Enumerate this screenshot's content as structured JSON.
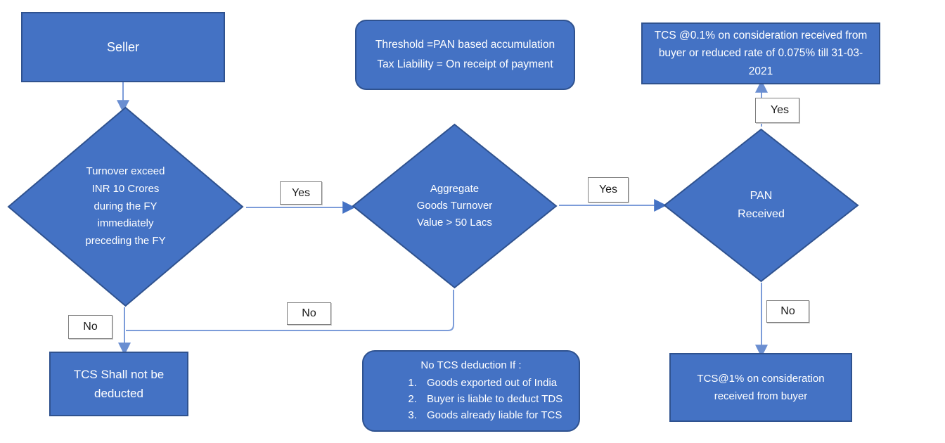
{
  "diagram_title": "TCS on sale of goods decision flowchart",
  "colors": {
    "node_fill": "#4472c4",
    "node_border": "#2f528f",
    "connector_line": "#7c9cd9",
    "arrowhead": "#4472c4",
    "node_text": "#ffffff",
    "edge_label_border": "#7f7f7f",
    "edge_label_text": "#1a1a1a",
    "background": "#ffffff"
  },
  "nodes": {
    "seller": {
      "label": "Seller"
    },
    "threshold_note": {
      "line1": "Threshold =PAN based accumulation",
      "line2": "Tax Liability = On receipt of payment"
    },
    "tcs_rate_box": {
      "text": "TCS @0.1% on consideration received from buyer or reduced rate of 0.075% till 31-03-2021"
    },
    "turnover_decision": {
      "text": "Turnover exceed\nINR 10 Crores\nduring the FY\nimmediately\npreceding the FY"
    },
    "aggregate_decision": {
      "text": "Aggregate\nGoods Turnover\nValue > 50 Lacs"
    },
    "pan_decision": {
      "text": "PAN\nReceived"
    },
    "tcs_not_deducted": {
      "text": "TCS Shall not be deducted"
    },
    "no_tcs_note": {
      "title": "No TCS deduction If :",
      "items": [
        "Goods exported out of India",
        "Buyer is liable to deduct TDS",
        "Goods already liable for TCS"
      ]
    },
    "tcs_1pct": {
      "text": "TCS@1% on consideration received from buyer"
    }
  },
  "edge_labels": {
    "yes_turnover_to_aggregate": "Yes",
    "yes_aggregate_to_pan": "Yes",
    "yes_pan_to_rate": "Yes",
    "no_turnover": "No",
    "no_aggregate": "No",
    "no_pan": "No"
  }
}
